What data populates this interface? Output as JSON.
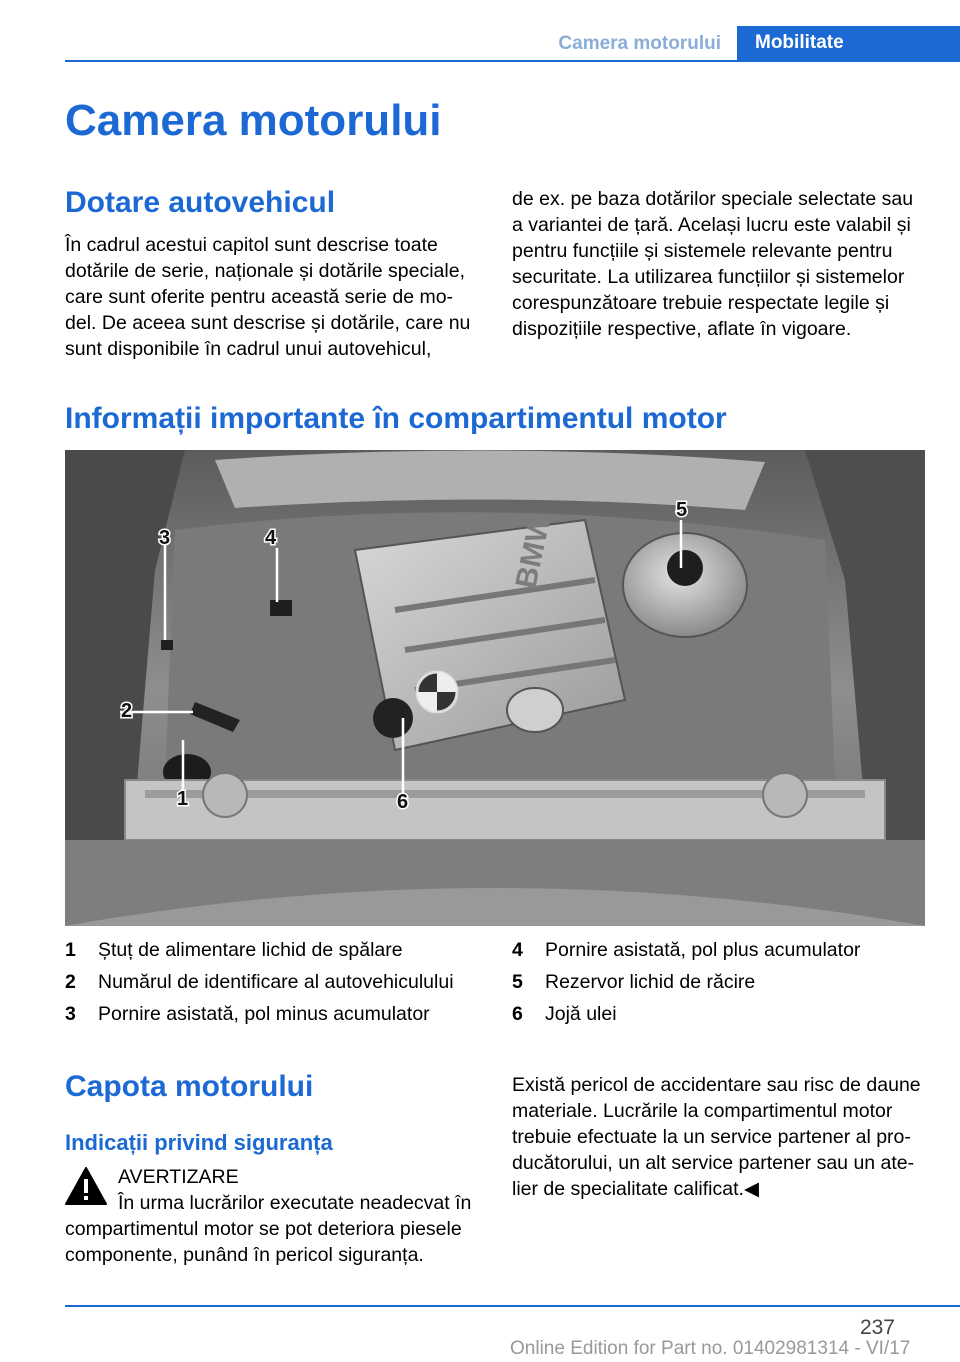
{
  "header": {
    "tab_section": "Camera motorului",
    "tab_chapter": "Mobilitate",
    "accent_color": "#1c69d4"
  },
  "title": "Camera motorului",
  "section1": {
    "heading": "Dotare autovehicul",
    "col1_lines": [
      "În cadrul acestui capitol sunt descrise toate",
      "dotările de serie, naționale și dotările speciale,",
      "care sunt oferite pentru această serie de mo-",
      "del. De aceea sunt descrise și dotările, care nu",
      "sunt disponibile în cadrul unui autovehicul,"
    ],
    "col2_lines": [
      "de ex. pe baza dotărilor speciale selectate sau",
      "a variantei de țară. Același lucru este valabil și",
      "pentru funcțiile și sistemele relevante pentru",
      "securitate. La utilizarea funcțiilor și sistemelor",
      "corespunzătoare trebuie respectate legile și",
      "dispozițiile respective, aflate în vigoare."
    ]
  },
  "section2": {
    "heading": "Informații importante în compartimentul motor",
    "photo_callouts": [
      "1",
      "2",
      "3",
      "4",
      "5",
      "6"
    ],
    "photo_brand": "BMW",
    "legend": [
      {
        "num": "1",
        "text": "Ștuț de alimentare lichid de spălare"
      },
      {
        "num": "2",
        "text": "Numărul de identificare al autovehiculului"
      },
      {
        "num": "3",
        "text": "Pornire asistată, pol minus acumulator"
      },
      {
        "num": "4",
        "text": "Pornire asistată, pol plus acumulator"
      },
      {
        "num": "5",
        "text": "Rezervor lichid de răcire"
      },
      {
        "num": "6",
        "text": "Joјă ulei"
      }
    ]
  },
  "section3": {
    "heading": "Capota motorului",
    "subheading": "Indicații privind siguranța",
    "warning_icon": "warning-triangle-icon",
    "warning_label": "AVERTIZARE",
    "warning_lines": [
      "În urma lucrărilor executate neadecvat în",
      "compartimentul motor se pot deteriora piesele",
      "componente, punând în pericol siguranța."
    ],
    "col2_lines": [
      "Există pericol de accidentare sau risc de daune",
      "materiale. Lucrările la compartimentul motor",
      "trebuie efectuate la un service partener al pro-",
      "ducătorului, un alt service partener sau un ate-",
      "lier de specialitate calificat.◀"
    ]
  },
  "footer": {
    "page_number": "237",
    "edition": "Online Edition for Part no. 01402981314 - VI/17"
  }
}
